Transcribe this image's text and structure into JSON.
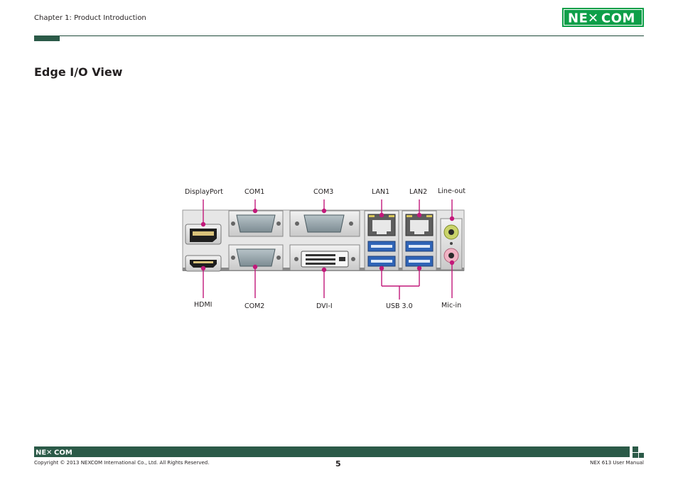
{
  "header": {
    "chapter": "Chapter 1: Product Introduction",
    "brand": "NEXCOM"
  },
  "section": {
    "title": "Edge I/O View"
  },
  "io_panel": {
    "top_labels": [
      "DisplayPort",
      "COM1",
      "COM3",
      "LAN1",
      "LAN2",
      "Line-out"
    ],
    "bottom_labels": [
      "HDMI",
      "COM2",
      "DVI-I",
      "USB 3.0",
      "Mic-in"
    ]
  },
  "footer": {
    "brand": "NEXCOM",
    "copyright": "Copyright © 2013 NEXCOM International Co., Ltd. All Rights Reserved.",
    "page": "5",
    "manual": "NEX 613 User Manual"
  },
  "colors": {
    "brand_green": "#2b5a48",
    "callout": "#c2187a"
  }
}
